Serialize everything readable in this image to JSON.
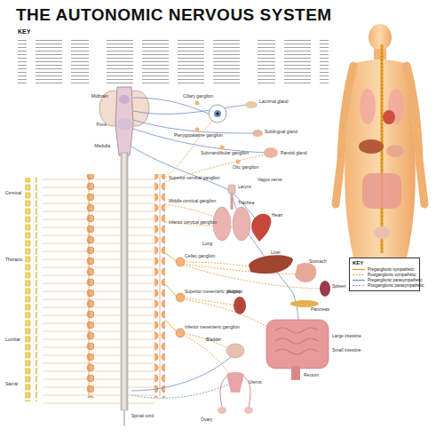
{
  "diagram": {
    "title": "THE AUTONOMIC NERVOUS SYSTEM",
    "nodes": [
      {
        "text": [
          "KEY"
        ]
      }
    ],
    "labels": [
      "KEY",
      "Midbrain",
      "Pons",
      "Medulla",
      "Spinal cord",
      "Cervical",
      "Thoracic",
      "Lumbar",
      "Sacral",
      "Ciliary ganglion",
      "Lacrimal gland",
      "Pterygopalatine ganglion",
      "Submandibular ganglion",
      "Otic ganglion",
      "Parotid gland",
      "Sublingual gland",
      "Vagus nerve",
      "Superior cervical ganglion",
      "Middle cervical ganglion",
      "Inferior cervical ganglion",
      "Larynx",
      "Trachea",
      "Lung",
      "Heart",
      "Liver",
      "Stomach",
      "Spleen",
      "Celiac ganglion",
      "Kidney",
      "Pancreas",
      "Superior mesenteric ganglion",
      "Inferior mesenteric ganglion",
      "Large intestine",
      "Small intestine",
      "Rectum",
      "Bladder",
      "Uterus",
      "Ovary"
    ],
    "legend": [
      {
        "text": "Preganglionic sympathetic"
      },
      {
        "text": "Postganglionic sympathetic"
      },
      {
        "text": "Preganglionic parasympathetic"
      },
      {
        "text": "Postganglionic parasympathetic"
      }
    ]
  }
}
